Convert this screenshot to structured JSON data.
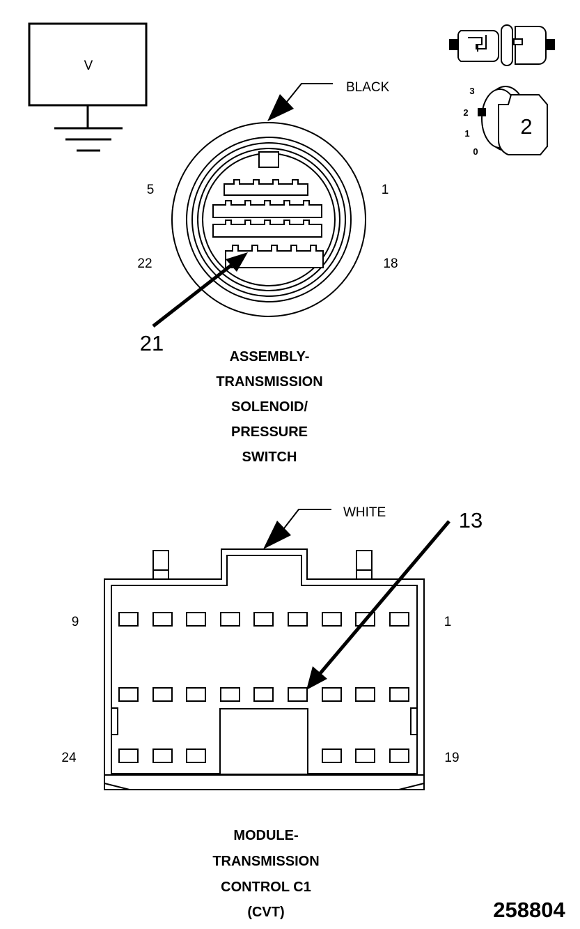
{
  "voltmeter": {
    "symbol": "V"
  },
  "ignition": {
    "positions": [
      "3",
      "2",
      "1",
      "0"
    ],
    "key_position": "2"
  },
  "connector_top": {
    "color_label": "BLACK",
    "pin_left_top": "5",
    "pin_right_top": "1",
    "pin_left_bottom": "22",
    "pin_right_bottom": "18",
    "callout": "21",
    "title_lines": [
      "ASSEMBLY-",
      "TRANSMISSION",
      "SOLENOID/",
      "PRESSURE",
      "SWITCH"
    ]
  },
  "connector_bottom": {
    "color_label": "WHITE",
    "callout": "13",
    "pin_left_top": "9",
    "pin_right_top": "1",
    "pin_left_bottom": "24",
    "pin_right_bottom": "19",
    "title_lines": [
      "MODULE-",
      "TRANSMISSION",
      "CONTROL C1",
      "(CVT)"
    ]
  },
  "figure_number": "258804"
}
